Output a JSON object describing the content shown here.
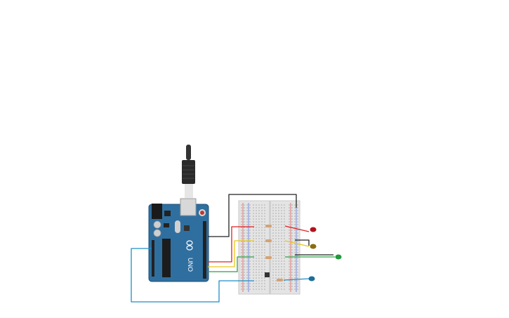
{
  "board": {
    "model_label": "UNO",
    "brand_logo": "infinity-logo-icon",
    "colors": {
      "board": "#2f6fa0",
      "board_edge": "#1f4f78",
      "header": "#222222"
    }
  },
  "wires": {
    "red": "#e02020",
    "yellow": "#e8c81a",
    "green": "#2ea043",
    "blue": "#1f8ec6",
    "black": "#222222"
  },
  "leds": [
    {
      "name": "red-led",
      "color": "#b3121b"
    },
    {
      "name": "yellow-led",
      "color": "#8a6d12"
    },
    {
      "name": "green-led",
      "color": "#1e9a3a"
    },
    {
      "name": "blue-led",
      "color": "#1a6f99"
    }
  ]
}
